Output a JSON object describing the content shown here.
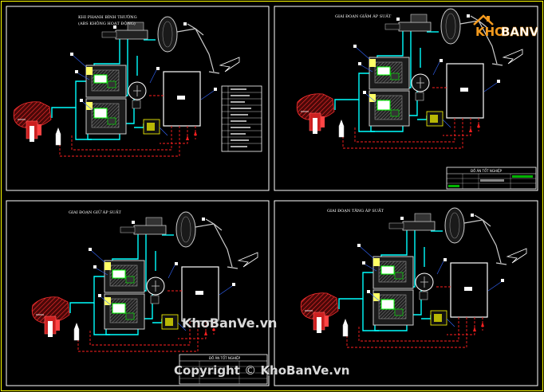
{
  "panels": [
    {
      "title_line1": "KHI PHANH BÌNH THƯỜNG",
      "title_line2": "(ABS KHÔNG HOẠT ĐỘNG)"
    },
    {
      "title_line1": "GIAI ĐOẠN GIẢM ÁP SUẤT",
      "title_line2": ""
    },
    {
      "title_line1": "GIAI ĐOẠN GIỮ ÁP SUẤT",
      "title_line2": ""
    },
    {
      "title_line1": "GIAI ĐOẠN TĂNG ÁP SUẤT",
      "title_line2": ""
    }
  ],
  "title_blocks": [
    {
      "heading": "ĐỒ ÁN TỐT NGHIỆP"
    },
    {
      "heading": "ĐỒ ÁN TỐT NGHIỆP"
    }
  ],
  "watermarks": {
    "logo_kho": "KHO",
    "logo_banve": "BANVE",
    "mid": "KhoBanVe.vn",
    "bottom_copyright": "Copyright",
    "bottom_symbol": "©",
    "bottom_site": "KhoBanVe.vn"
  },
  "colors": {
    "background": "#000000",
    "frame": "#ffffff",
    "outer_frame": "#ffff00",
    "hydraulic_line": "#00ffff",
    "signal_line": "#ff2020",
    "wheel_hatch": "#ff3030",
    "valve": "#00ff00",
    "leader": "#3366ff",
    "logo_orange": "#f39a1e"
  }
}
